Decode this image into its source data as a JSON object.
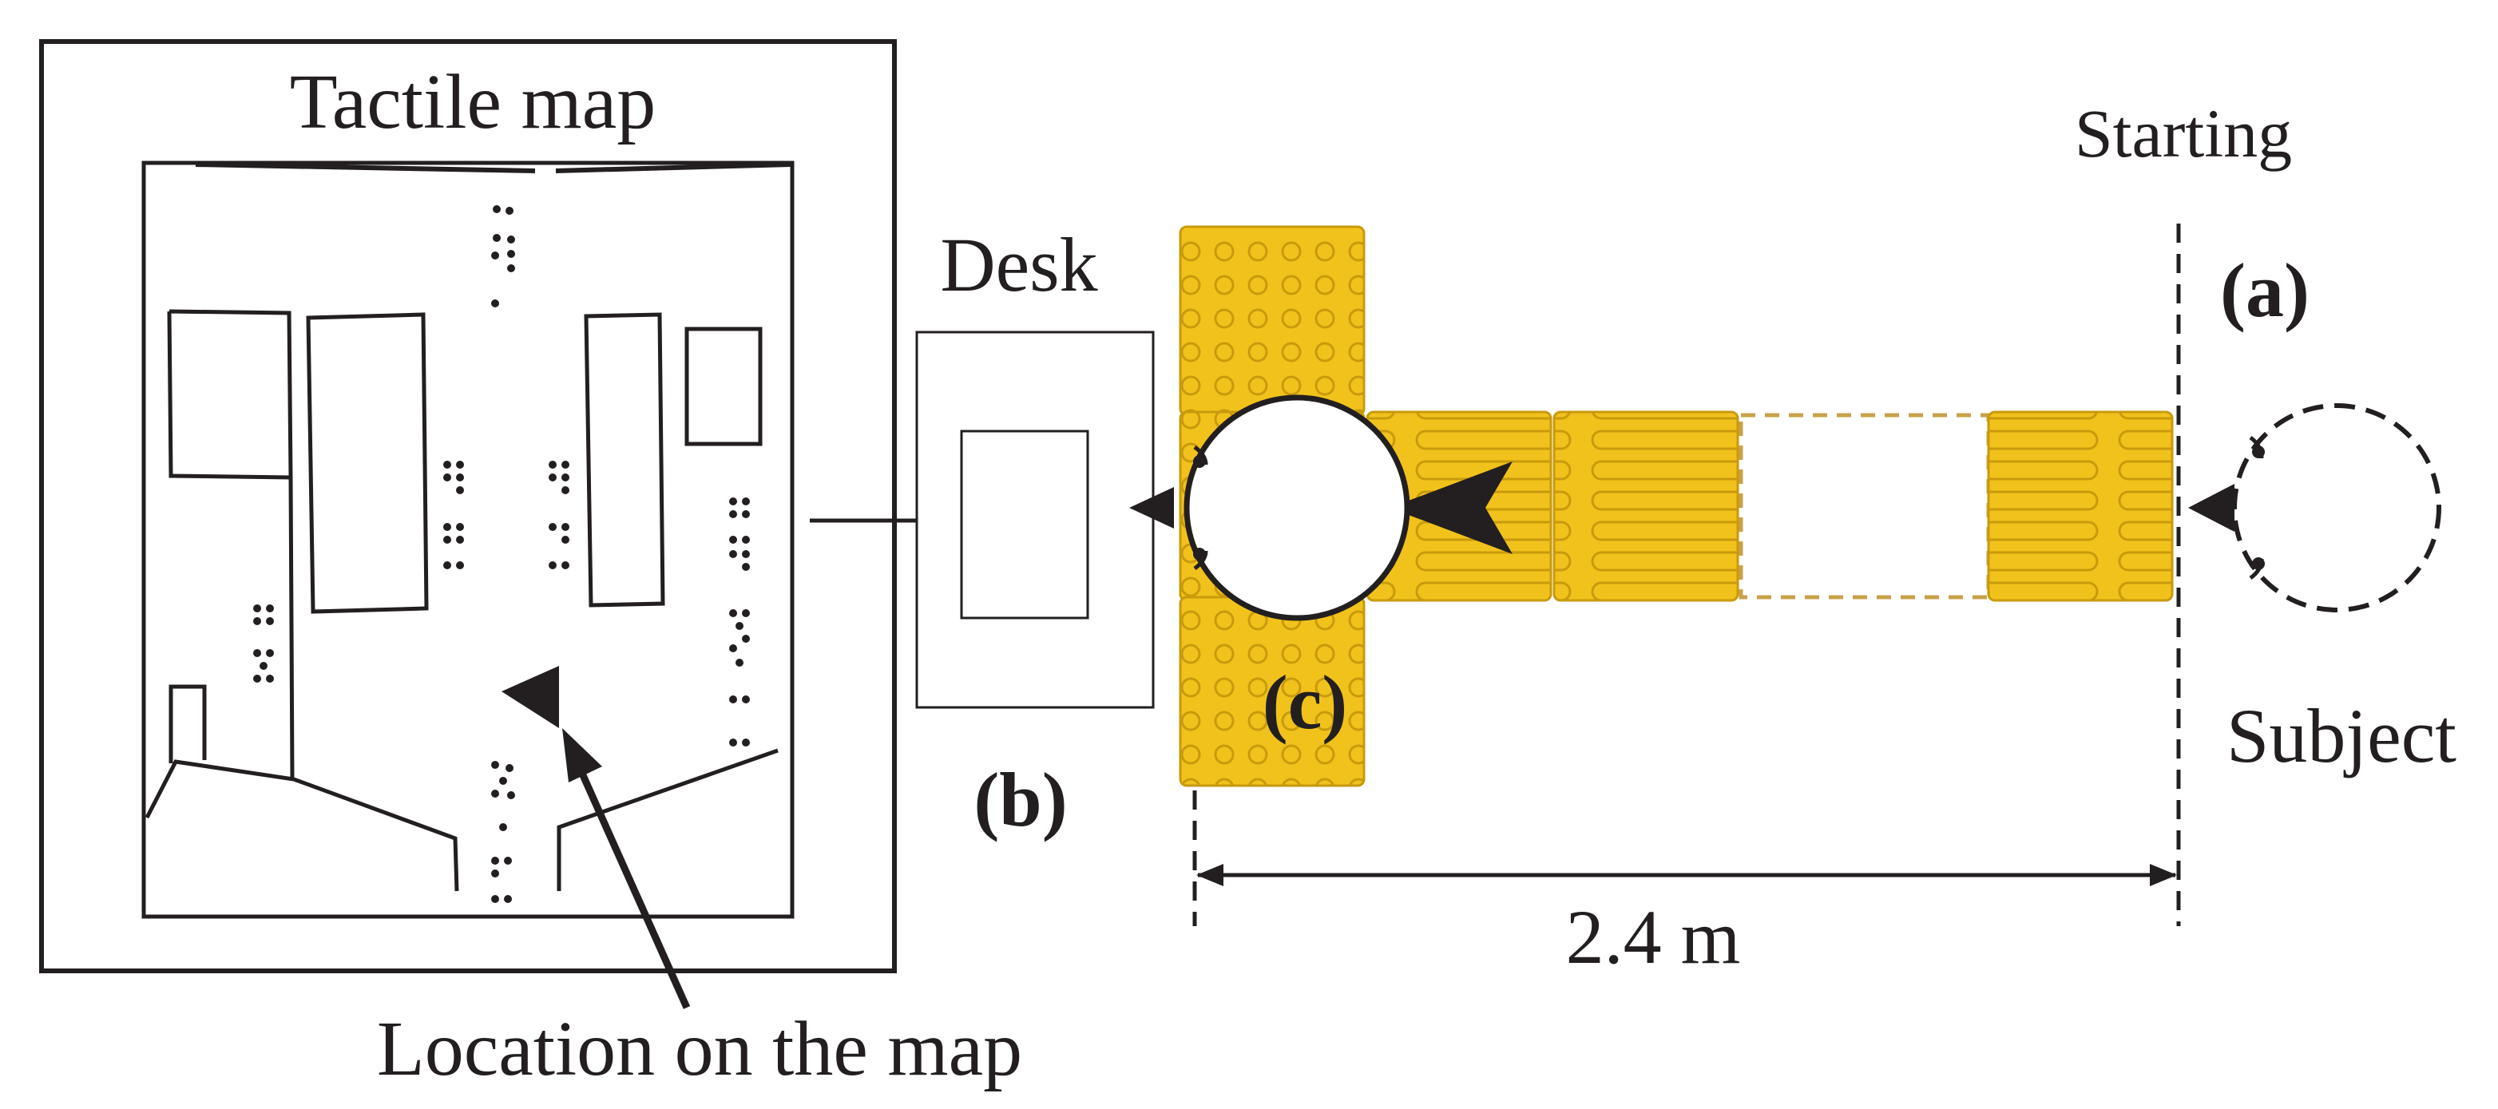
{
  "labels": {
    "tactile_map": "Tactile map",
    "desk": "Desk",
    "starting": "Starting",
    "subject": "Subject",
    "location_on_map": "Location on the map",
    "distance": "2.4 m",
    "label_a": "(a)",
    "label_b": "(b)",
    "label_c": "(c)"
  },
  "colors": {
    "ink": "#231f20",
    "tile_fill": "#f1c21b",
    "tile_stroke": "#c89a0c",
    "dashed_gap": "#c8a24a"
  },
  "icons": {
    "tactile_map": "tactile-map-icon",
    "desk": "desk-icon",
    "subject": "person-top-view-icon",
    "guide_tiles": "tactile-paving-icon"
  }
}
